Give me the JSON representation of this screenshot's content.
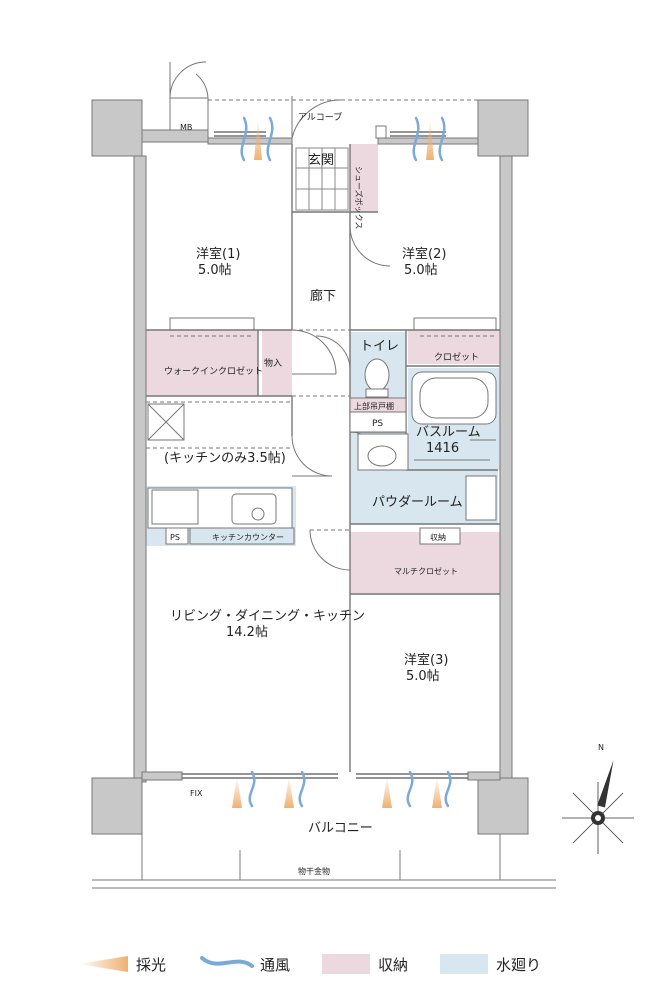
{
  "rooms": {
    "mb": "MB",
    "alcove": "アルコーブ",
    "entrance": "玄関",
    "shoe_box": "シューズボックス",
    "room1_name": "洋室(1)",
    "room1_size": "5.0帖",
    "room2_name": "洋室(2)",
    "room2_size": "5.0帖",
    "hallway": "廊下",
    "toilet": "トイレ",
    "closet": "クロゼット",
    "upper_shelf": "上部吊戸棚",
    "ps": "PS",
    "bathroom_name": "バスルーム",
    "bathroom_size": "1416",
    "walkin_closet": "ウォークインクロゼット",
    "storage": "物入",
    "kitchen_only": "(キッチンのみ3.5帖)",
    "powder_room": "パウダールーム",
    "storage_small": "収納",
    "kitchen_counter": "キッチンカウンター",
    "ps_kitchen": "PS",
    "multi_closet": "マルチクロゼット",
    "ldk_name": "リビング・ダイニング・キッチン",
    "ldk_size": "14.2帖",
    "room3_name": "洋室(3)",
    "room3_size": "5.0帖",
    "fix": "FIX",
    "balcony": "バルコニー",
    "clothes_hanger": "物干金物",
    "north": "N"
  },
  "legend": [
    {
      "icon": "sunlight-icon",
      "label": "採光",
      "color": "#f0b070"
    },
    {
      "icon": "ventilation-icon",
      "label": "通風",
      "color": "#7aaad8"
    },
    {
      "icon": "storage-swatch-icon",
      "label": "収納",
      "color": "#ecd9e0"
    },
    {
      "icon": "water-swatch-icon",
      "label": "水廻り",
      "color": "#d8e6ef"
    }
  ],
  "colors": {
    "wall": "#c8c8c8",
    "storage": "#ecd9e0",
    "water": "#d8e6ef",
    "sunlight": "#f0b070",
    "wind": "#7aaad8"
  }
}
